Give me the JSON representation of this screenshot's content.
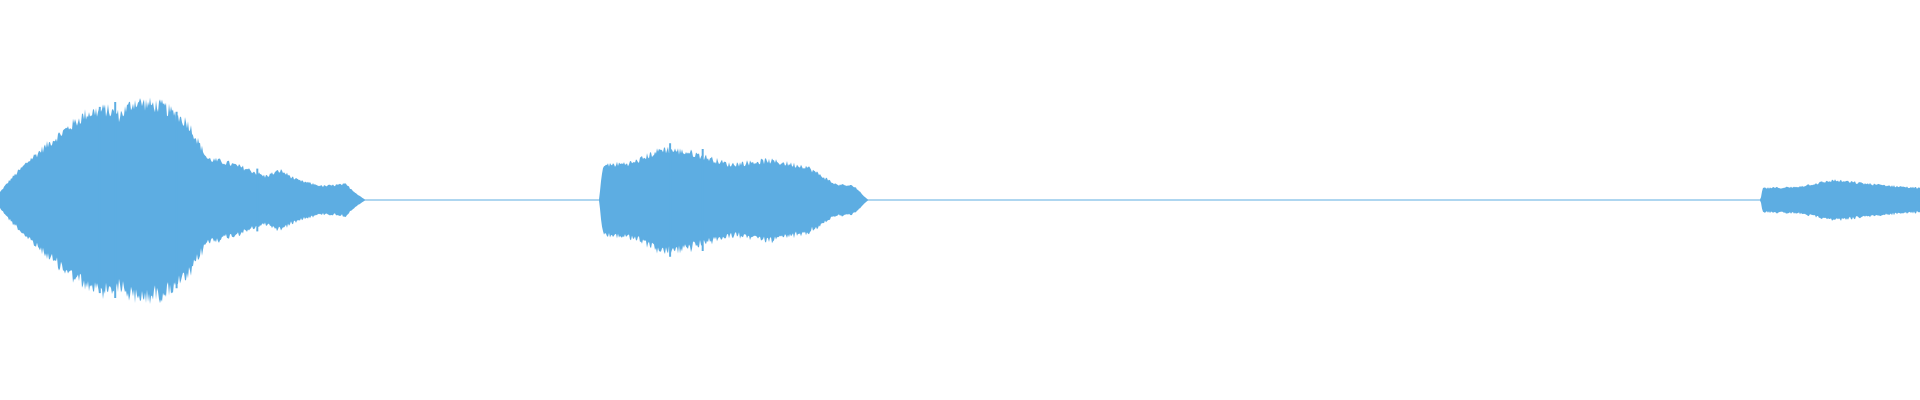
{
  "waveform": {
    "color": "#5dade2",
    "background": "#ffffff",
    "envelope": [
      {
        "t": 0.0,
        "a": 0.08
      },
      {
        "t": 0.005,
        "a": 0.2
      },
      {
        "t": 0.015,
        "a": 0.4
      },
      {
        "t": 0.03,
        "a": 0.65
      },
      {
        "t": 0.045,
        "a": 0.88
      },
      {
        "t": 0.055,
        "a": 0.92
      },
      {
        "t": 0.062,
        "a": 0.86
      },
      {
        "t": 0.07,
        "a": 1.0
      },
      {
        "t": 0.085,
        "a": 0.95
      },
      {
        "t": 0.098,
        "a": 0.78
      },
      {
        "t": 0.108,
        "a": 0.42
      },
      {
        "t": 0.118,
        "a": 0.38
      },
      {
        "t": 0.128,
        "a": 0.32
      },
      {
        "t": 0.138,
        "a": 0.24
      },
      {
        "t": 0.146,
        "a": 0.3
      },
      {
        "t": 0.155,
        "a": 0.2
      },
      {
        "t": 0.168,
        "a": 0.14
      },
      {
        "t": 0.18,
        "a": 0.16
      },
      {
        "t": 0.186,
        "a": 0.06
      },
      {
        "t": 0.19,
        "a": 0.005
      },
      {
        "t": 0.312,
        "a": 0.005
      },
      {
        "t": 0.314,
        "a": 0.35
      },
      {
        "t": 0.33,
        "a": 0.38
      },
      {
        "t": 0.345,
        "a": 0.52
      },
      {
        "t": 0.36,
        "a": 0.48
      },
      {
        "t": 0.38,
        "a": 0.36
      },
      {
        "t": 0.4,
        "a": 0.4
      },
      {
        "t": 0.42,
        "a": 0.34
      },
      {
        "t": 0.435,
        "a": 0.16
      },
      {
        "t": 0.445,
        "a": 0.14
      },
      {
        "t": 0.45,
        "a": 0.04
      },
      {
        "t": 0.452,
        "a": 0.005
      },
      {
        "t": 0.917,
        "a": 0.005
      },
      {
        "t": 0.918,
        "a": 0.12
      },
      {
        "t": 0.935,
        "a": 0.13
      },
      {
        "t": 0.955,
        "a": 0.2
      },
      {
        "t": 0.975,
        "a": 0.16
      },
      {
        "t": 1.0,
        "a": 0.12
      }
    ],
    "spikes": [
      {
        "t": 0.052,
        "a": 0.95
      },
      {
        "t": 0.06,
        "a": 1.0
      },
      {
        "t": 0.092,
        "a": 0.9
      },
      {
        "t": 0.134,
        "a": 0.32
      },
      {
        "t": 0.349,
        "a": 0.58
      },
      {
        "t": 0.366,
        "a": 0.52
      }
    ]
  }
}
